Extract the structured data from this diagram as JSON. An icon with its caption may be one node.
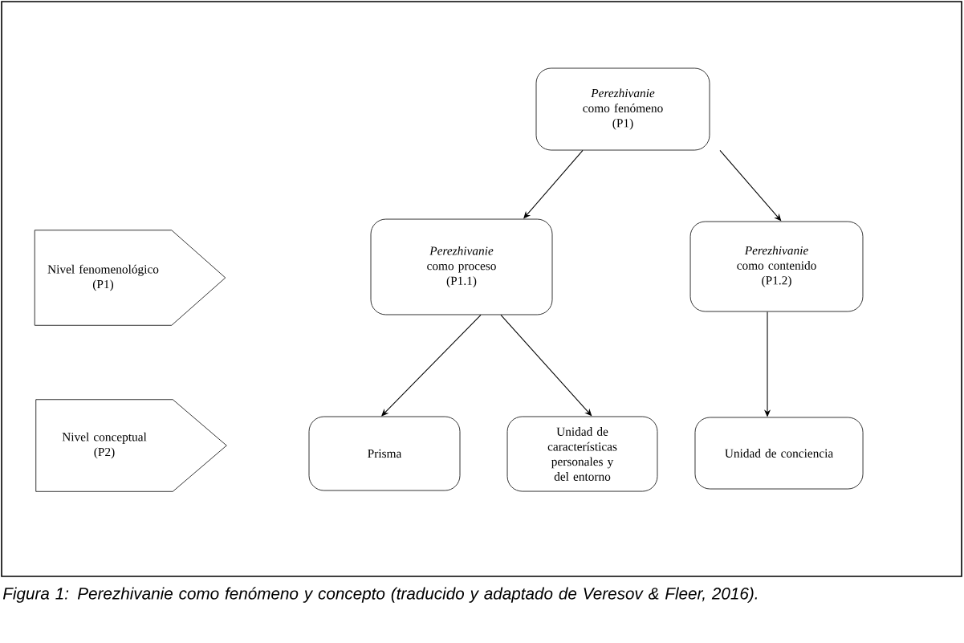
{
  "diagram": {
    "caption": "Figura 1: Perezhivanie como fenómeno y concepto (traducido y adaptado de Veresov & Fleer, 2016).",
    "nodes": [
      {
        "text": [
          "*Perezhivanie* como fenómeno",
          "(P1)"
        ]
      },
      {
        "text": [
          "Nivel fenomenológico",
          "(P1)"
        ]
      },
      {
        "text": [
          "*Perezhivanie* como proceso",
          "(P1.1)"
        ]
      },
      {
        "text": [
          "*Perezhivanie* como contenido",
          "(P1.2)"
        ]
      },
      {
        "text": [
          "Nivel conceptual",
          "(P2)"
        ]
      },
      {
        "text": [
          "Prisma"
        ]
      },
      {
        "text": [
          "Unidad de características personales y del entorno"
        ]
      },
      {
        "text": [
          "Unidad de conciencia"
        ]
      }
    ],
    "edges": [
      {
        "from": 0,
        "to": 2,
        "arrow": "to"
      },
      {
        "from": 0,
        "to": 3,
        "arrow": "to"
      },
      {
        "from": 2,
        "to": 5,
        "arrow": "to"
      },
      {
        "from": 2,
        "to": 6,
        "arrow": "to"
      },
      {
        "from": 3,
        "to": 7,
        "arrow": "to"
      }
    ]
  }
}
